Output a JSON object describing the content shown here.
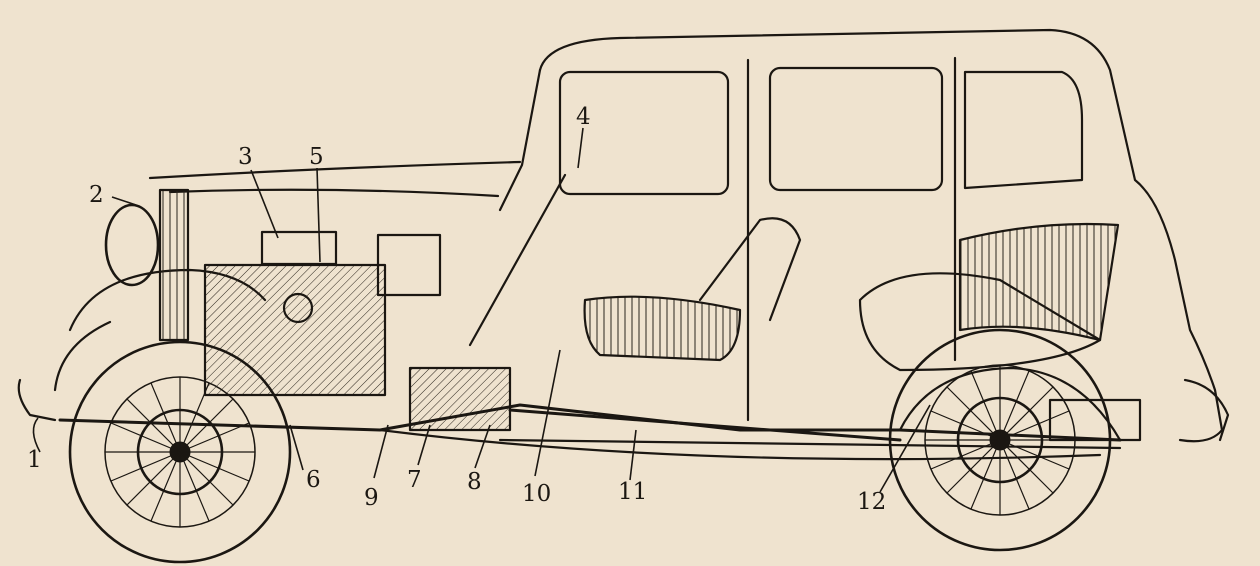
{
  "diagram": {
    "callouts": [
      {
        "id": "1",
        "label": "1"
      },
      {
        "id": "2",
        "label": "2"
      },
      {
        "id": "3",
        "label": "3"
      },
      {
        "id": "4",
        "label": "4"
      },
      {
        "id": "5",
        "label": "5"
      },
      {
        "id": "6",
        "label": "6"
      },
      {
        "id": "7",
        "label": "7"
      },
      {
        "id": "8",
        "label": "8"
      },
      {
        "id": "9",
        "label": "9"
      },
      {
        "id": "10",
        "label": "10"
      },
      {
        "id": "11",
        "label": "11"
      },
      {
        "id": "12",
        "label": "12"
      }
    ]
  },
  "colors": {
    "paper": "#efe3cf",
    "ink": "#1b1712"
  }
}
